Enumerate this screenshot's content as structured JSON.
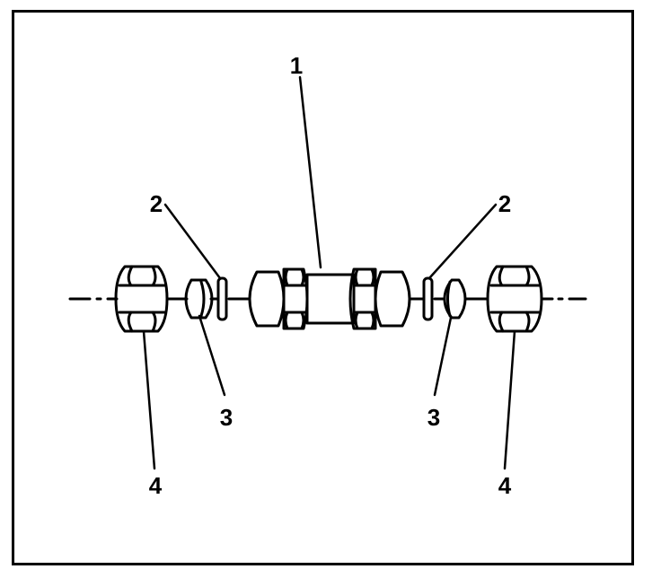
{
  "diagram": {
    "callouts": [
      {
        "id": "c1",
        "label": "1"
      },
      {
        "id": "c2l",
        "label": "2"
      },
      {
        "id": "c2r",
        "label": "2"
      },
      {
        "id": "c3l",
        "label": "3"
      },
      {
        "id": "c3r",
        "label": "3"
      },
      {
        "id": "c4l",
        "label": "4"
      },
      {
        "id": "c4r",
        "label": "4"
      }
    ],
    "colors": {
      "line": "#000000",
      "background": "#ffffff"
    }
  }
}
